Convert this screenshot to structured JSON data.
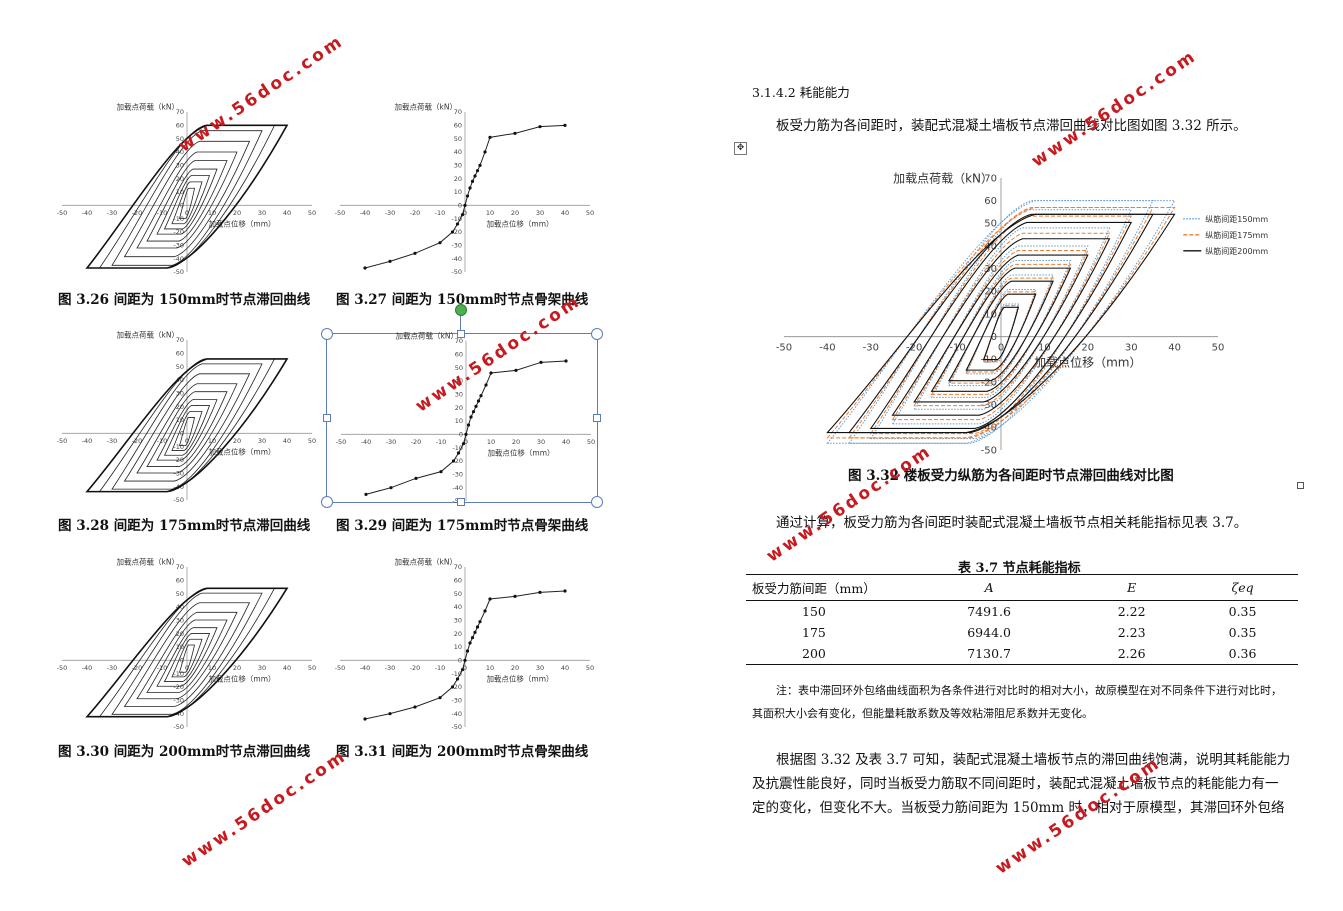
{
  "left_figures": [
    {
      "caption": "图 3.26  间距为 150mm时节点滞回曲线",
      "kind": "hysteresis",
      "ylabel": "加载点荷载（kN）",
      "xlabel": "加载点位移（mm）"
    },
    {
      "caption": "图 3.27  间距为 150mm时节点骨架曲线",
      "kind": "skeleton",
      "ylabel": "加载点荷载（kN）",
      "xlabel": "加载点位移（mm）"
    },
    {
      "caption": "图 3.28  间距为 175mm时节点滞回曲线",
      "kind": "hysteresis",
      "ylabel": "加载点荷载（kN）",
      "xlabel": "加载点位移（mm）"
    },
    {
      "caption": "图 3.29  间距为 175mm时节点骨架曲线",
      "kind": "skeleton",
      "ylabel": "加载点荷载（kN）",
      "xlabel": "加载点位移（mm）"
    },
    {
      "caption": "图 3.30  间距为 200mm时节点滞回曲线",
      "kind": "hysteresis",
      "ylabel": "加载点荷载（kN）",
      "xlabel": "加载点位移（mm）"
    },
    {
      "caption": "图 3.31  间距为 200mm时节点骨架曲线",
      "kind": "skeleton",
      "ylabel": "加载点荷载（kN）",
      "xlabel": "加载点位移（mm）"
    }
  ],
  "x_ticks": [
    "-50",
    "-40",
    "-30",
    "-20",
    "-10",
    "0",
    "10",
    "20",
    "30",
    "40",
    "50"
  ],
  "y_ticks": [
    "70",
    "60",
    "50",
    "40",
    "30",
    "20",
    "10",
    "0",
    "-10",
    "-20",
    "-30",
    "-40",
    "-50"
  ],
  "chart_data": [
    {
      "type": "line",
      "series": [
        {
          "name": "",
          "x": [
            -40,
            -30,
            -20,
            -10,
            -5,
            -3,
            -1,
            0,
            1,
            2,
            3,
            4,
            5,
            6,
            8,
            10,
            20,
            30,
            40
          ],
          "y": [
            -47,
            -42,
            -36,
            -28,
            -20,
            -14,
            -7,
            0,
            7,
            13,
            18,
            22,
            26,
            30,
            40,
            51,
            54,
            59,
            60
          ]
        }
      ],
      "xlabel": "加载点位移（mm）",
      "ylabel": "加载点荷载（kN）",
      "xlim": [
        -50,
        50
      ],
      "ylim": [
        -50,
        70
      ]
    },
    {
      "type": "line",
      "series": [
        {
          "name": "",
          "x": [
            -40,
            -30,
            -20,
            -10,
            -5,
            -3,
            -1,
            0,
            1,
            2,
            3,
            4,
            5,
            6,
            8,
            10,
            20,
            30,
            40
          ],
          "y": [
            -45,
            -40,
            -33,
            -28,
            -20,
            -14,
            -7,
            0,
            7,
            13,
            17,
            21,
            25,
            29,
            37,
            46,
            48,
            54,
            55
          ]
        }
      ],
      "xlabel": "加载点位移（mm）",
      "ylabel": "加载点荷载（kN）",
      "xlim": [
        -50,
        50
      ],
      "ylim": [
        -50,
        70
      ]
    },
    {
      "type": "line",
      "series": [
        {
          "name": "",
          "x": [
            -40,
            -30,
            -20,
            -10,
            -5,
            -3,
            -1,
            0,
            1,
            2,
            3,
            4,
            5,
            6,
            8,
            10,
            20,
            30,
            40
          ],
          "y": [
            -44,
            -40,
            -35,
            -28,
            -20,
            -14,
            -7,
            0,
            7,
            13,
            17,
            21,
            25,
            29,
            37,
            46,
            48,
            51,
            52
          ]
        }
      ],
      "xlabel": "加载点位移（mm）",
      "ylabel": "加载点荷载（kN）",
      "xlim": [
        -50,
        50
      ],
      "ylim": [
        -50,
        70
      ]
    },
    {
      "type": "line",
      "title": "",
      "xlabel": "加载点位移（mm）",
      "ylabel": "加载点荷载（kN）",
      "xlim": [
        -50,
        50
      ],
      "ylim": [
        -50,
        70
      ],
      "series": [
        {
          "name": "纵筋间距150mm",
          "color": "#5b9bd5",
          "style": "dotted"
        },
        {
          "name": "纵筋间距175mm",
          "color": "#ed7d31",
          "style": "dashed"
        },
        {
          "name": "纵筋间距200mm",
          "color": "#111111",
          "style": "solid"
        }
      ]
    }
  ],
  "right": {
    "section_heading": "3.1.4.2  耗能能力",
    "para1": "板受力筋为各间距时，装配式混凝土墙板节点滞回曲线对比图如图 3.32 所示。",
    "fig32_caption": "图 3.32  楼板受力纵筋为各间距时节点滞回曲线对比图",
    "para2": "通过计算，板受力筋为各间距时装配式混凝土墙板节点相关耗能指标见表 3.7。",
    "table_title": "表 3.7  节点耗能指标",
    "table_headers": [
      "板受力筋间距（mm）",
      "A",
      "E",
      "ζeq"
    ],
    "table_rows": [
      [
        "150",
        "7491.6",
        "2.22",
        "0.35"
      ],
      [
        "175",
        "6944.0",
        "2.23",
        "0.35"
      ],
      [
        "200",
        "7130.7",
        "2.26",
        "0.36"
      ]
    ],
    "note_line1": "注：表中滞回环外包络曲线面积为各条件进行对比时的相对大小，故原模型在对不同条件下进行对比时，",
    "note_line2": "其面积大小会有变化，但能量耗散系数及等效粘滞阻尼系数并无变化。",
    "para3_line1": "根据图 3.32 及表 3.7 可知，装配式混凝土墙板节点的滞回曲线饱满，说明其耗能能力",
    "para3_line2": "及抗震性能良好，同时当板受力筋取不同间距时，装配式混凝土墙板节点的耗能能力有一",
    "para3_line3": "定的变化，但变化不大。当板受力筋间距为 150mm 时，相对于原模型，其滞回环外包络"
  },
  "watermark": "www.56doc.com",
  "colors": {
    "watermark": "#c8191e",
    "handle_green": "#4caf50",
    "selection_blue": "#5b7fb5",
    "legend_blue": "#5b9bd5",
    "legend_orange": "#ed7d31"
  }
}
